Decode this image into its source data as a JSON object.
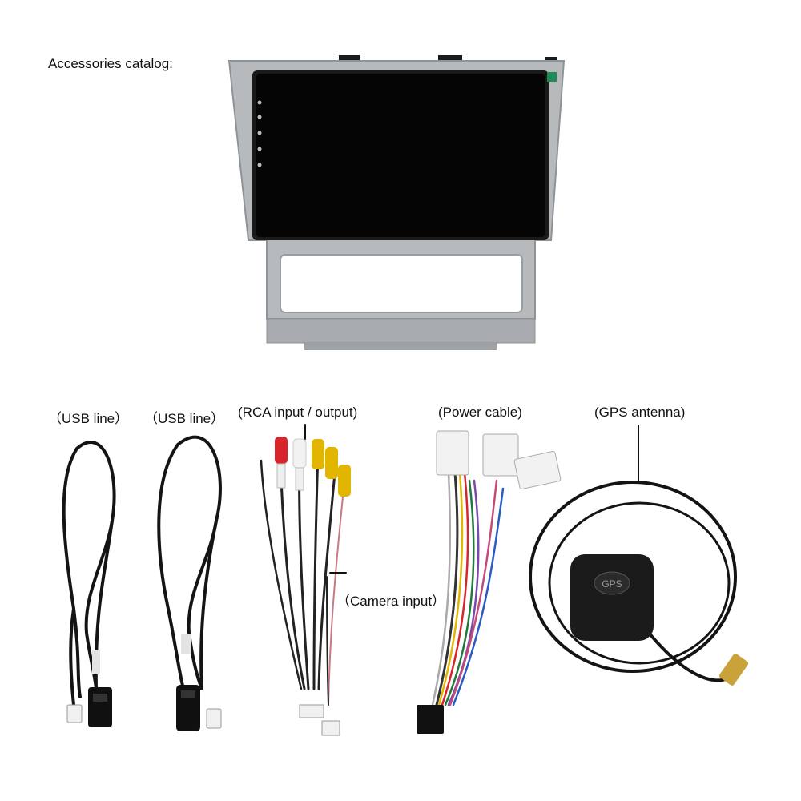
{
  "page": {
    "title": "Accessories catalog:"
  },
  "items": [
    {
      "label": "（USB line）"
    },
    {
      "label": "（USB line）"
    },
    {
      "label": "(RCA input / output)"
    },
    {
      "label": "(Power cable)"
    },
    {
      "label": "(GPS antenna)"
    },
    {
      "label": "（Camera input）"
    }
  ],
  "gps_puck_text": "GPS",
  "colors": {
    "frame": "#b9bcbf",
    "screen": "#050505",
    "cable": "#141414",
    "rca_red": "#d8242b",
    "rca_yellow": "#e2b500",
    "rca_white": "#f2f2f2"
  }
}
